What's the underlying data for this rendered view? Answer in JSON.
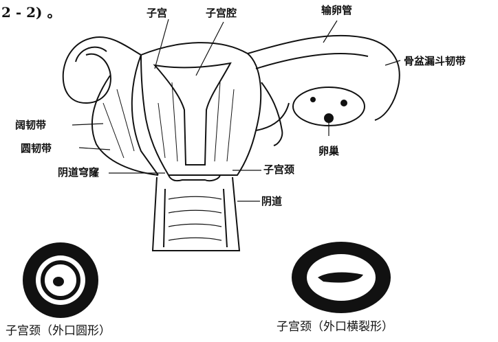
{
  "fragment_text": "2 - 2) 。",
  "labels": {
    "uterus": "子宫",
    "uterine_cavity": "子宫腔",
    "fallopian_tube": "输卵管",
    "suspensory_ligament": "骨盆漏斗韧带",
    "broad_ligament": "阔韧带",
    "round_ligament": "圆韧带",
    "vaginal_fornix": "阴道穹窿",
    "cervix": "子宫颈",
    "ovary": "卵巢",
    "vagina": "阴道"
  },
  "captions": {
    "round_os": "子宫颈（外口圆形）",
    "transverse_os": "子宫颈（外口横裂形）"
  }
}
